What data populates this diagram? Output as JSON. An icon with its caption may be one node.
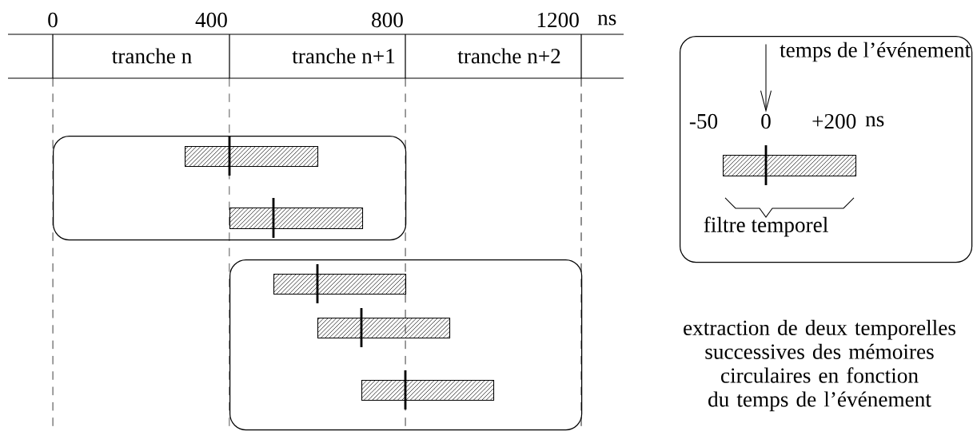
{
  "diagram": {
    "nodes": [
      {
        "text": [],
        "shape": "box"
      },
      {
        "text": [],
        "shape": "bar",
        "in": 0
      },
      {
        "text": [],
        "shape": "bar",
        "in": 0
      },
      {
        "text": [],
        "shape": "box"
      },
      {
        "text": [],
        "shape": "bar",
        "in": 3
      },
      {
        "text": [],
        "shape": "bar",
        "in": 3
      },
      {
        "text": [],
        "shape": "bar",
        "in": 3
      },
      {
        "text": [],
        "shape": "box"
      },
      {
        "text": [
          "temps de l’événement"
        ],
        "in": 7
      },
      {
        "text": [],
        "shape": "bar",
        "in": 7
      },
      {
        "text": [
          "0"
        ],
        "in": 7
      }
    ],
    "edges": [
      {
        "from": 8,
        "to": 10,
        "arrow": "to"
      }
    ],
    "labels": [
      "0",
      "400",
      "800",
      "1200",
      "ns",
      "tranche n",
      "tranche n+1",
      "tranche n+2",
      "-50",
      "+200",
      "ns",
      "filtre temporel",
      "extraction de deux temporelles successives des mémoires circulaires en fonction du temps de l’événement"
    ]
  }
}
